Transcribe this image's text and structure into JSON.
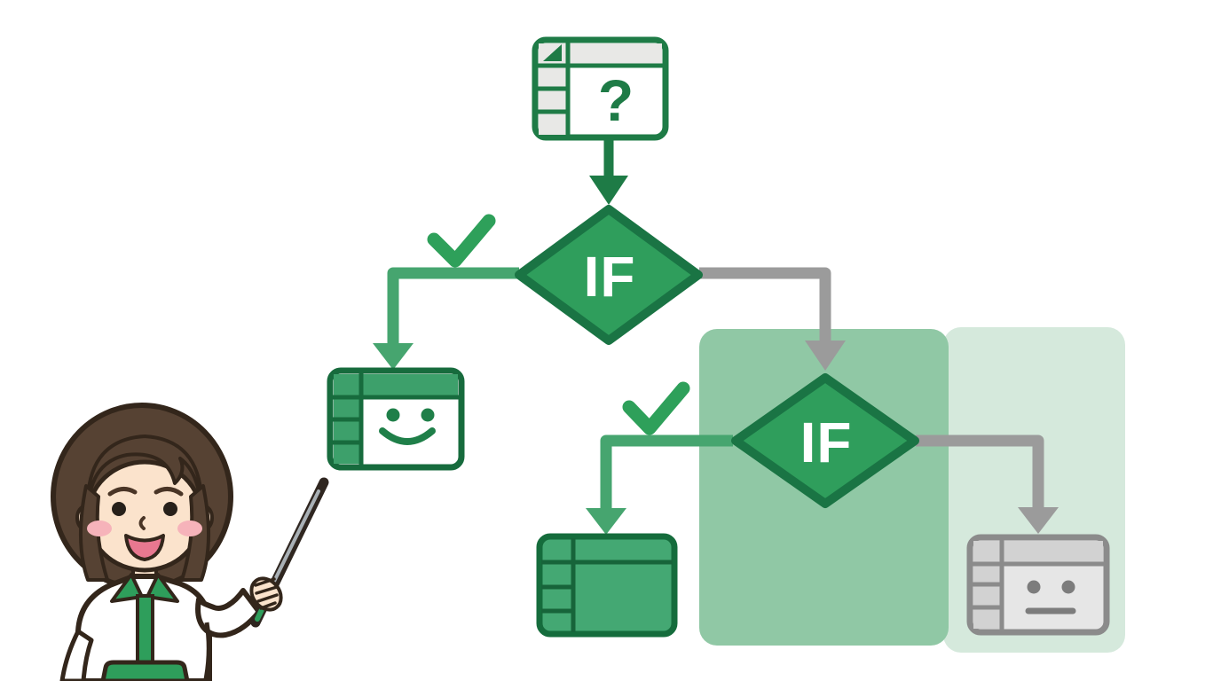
{
  "nodes": {
    "start_glyph": "?",
    "if1_label": "IF",
    "if2_label": "IF"
  },
  "icons": {
    "start": "spreadsheet-question-icon",
    "true_branch_marker": "checkmark-icon",
    "result_true_1": "spreadsheet-smiley-face-icon",
    "result_true_2": "spreadsheet-filled-green-icon",
    "result_false_2": "spreadsheet-neutral-face-icon",
    "character": "presenter-woman-with-pointer-stick"
  },
  "colors": {
    "dark_green": "#1e7b46",
    "diamond_fill": "#2f9e5c",
    "diamond_border": "#1a7444",
    "branch_green": "#46a56f",
    "check_green": "#2ea05a",
    "branch_gray": "#9b9b9b",
    "nested_panel_green": "#90c8a5",
    "else_panel_light_green": "#d5e9dc",
    "sheet_green_fill": "#44a873",
    "sheet_gray_cell": "#d2d2d2",
    "background": "#ffffff"
  }
}
